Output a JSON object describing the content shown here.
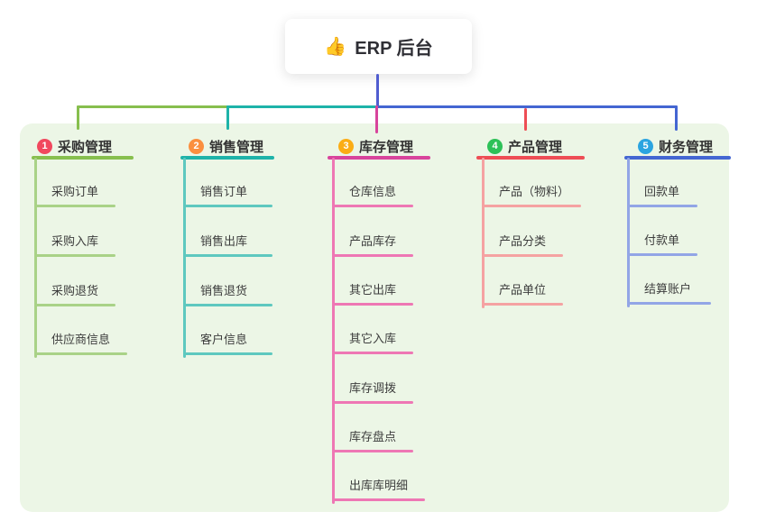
{
  "root": {
    "icon": "👍",
    "title": "ERP 后台"
  },
  "connector": {
    "trunk_color": "#505dd0"
  },
  "panel_color": "#ecf6e6",
  "branches": [
    {
      "number": "1",
      "title": "采购管理",
      "badge_color": "#f1485e",
      "line_color": "#87bf4e",
      "child_line_color": "#a9d287",
      "children": [
        "采购订单",
        "采购入库",
        "采购退货",
        "供应商信息"
      ]
    },
    {
      "number": "2",
      "title": "销售管理",
      "badge_color": "#fb8f3f",
      "line_color": "#1eb3a9",
      "child_line_color": "#5ec8bf",
      "children": [
        "销售订单",
        "销售出库",
        "销售退货",
        "客户信息"
      ]
    },
    {
      "number": "3",
      "title": "库存管理",
      "badge_color": "#fbad15",
      "line_color": "#d8449c",
      "child_line_color": "#ee77b4",
      "children": [
        "仓库信息",
        "产品库存",
        "其它出库",
        "其它入库",
        "库存调拨",
        "库存盘点",
        "出库库明细"
      ]
    },
    {
      "number": "4",
      "title": "产品管理",
      "badge_color": "#2dc158",
      "line_color": "#ee4d55",
      "child_line_color": "#f5a2a2",
      "children": [
        "产品（物料）",
        "产品分类",
        "产品单位"
      ]
    },
    {
      "number": "5",
      "title": "财务管理",
      "badge_color": "#2ba4e0",
      "line_color": "#4466d2",
      "child_line_color": "#92a5e6",
      "children": [
        "回款单",
        "付款单",
        "结算账户"
      ]
    }
  ]
}
